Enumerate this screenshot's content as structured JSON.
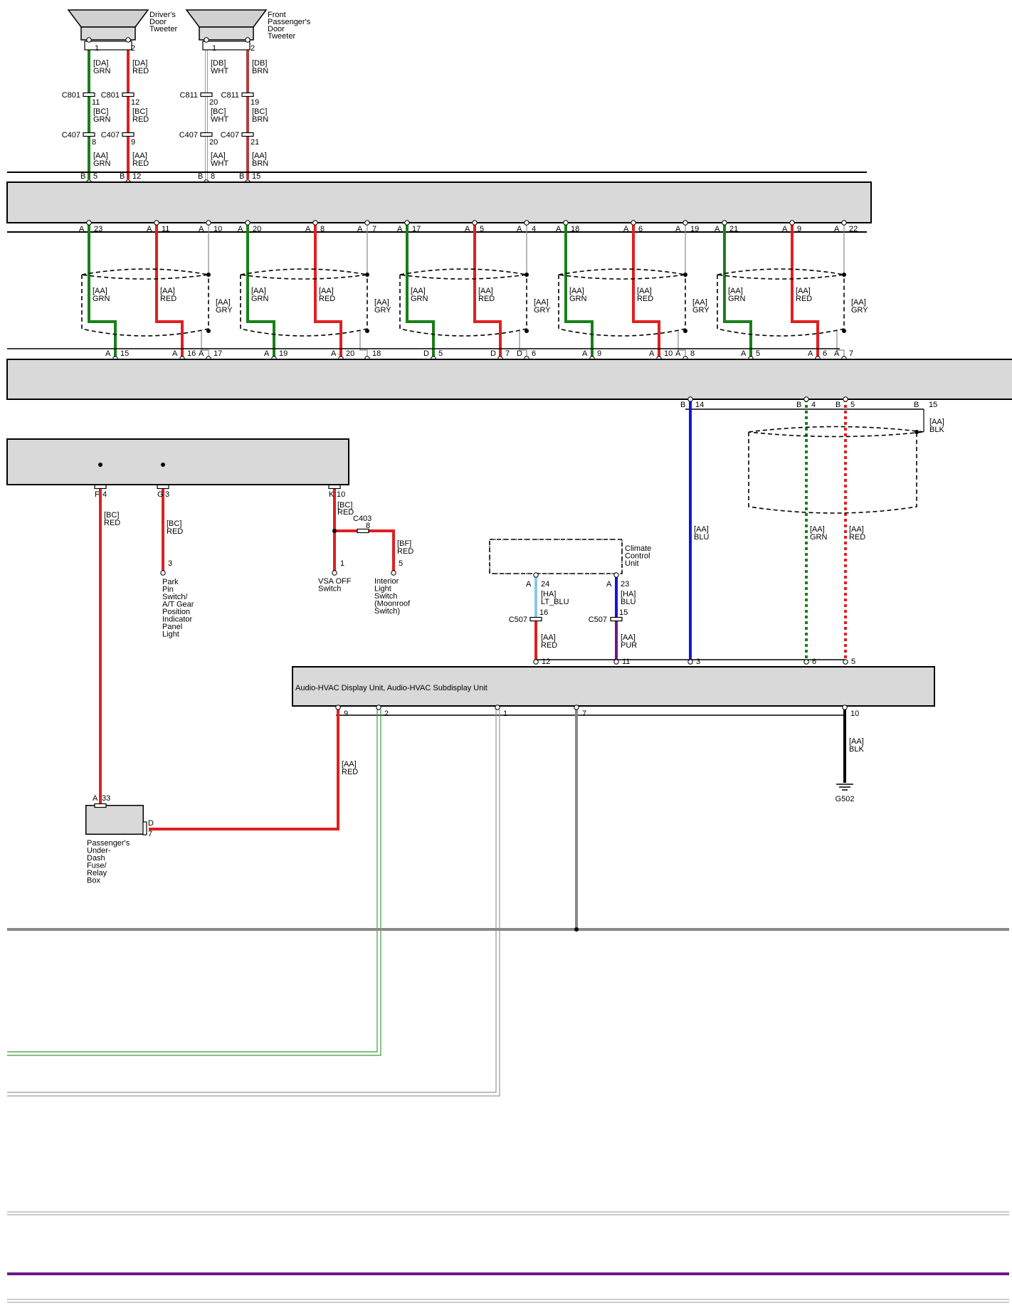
{
  "colors": {
    "GRN": "#1a7f1a",
    "RED": "#e02020",
    "BLU": "#1414d8",
    "LT_BLU": "#88c8e8",
    "PUR": "#6a1a8a",
    "BRN": "#b04040",
    "BLK": "#000000",
    "GRY": "#888888",
    "WHT": "#bbbbbb"
  },
  "tweeters": [
    {
      "name": "Driver's\nDoor\nTweeter",
      "pins": [
        "1",
        "2"
      ]
    },
    {
      "name": "Front\nPassenger's\nDoor\nTweeter",
      "pins": [
        "1",
        "2"
      ]
    }
  ],
  "tweeter_wires": {
    "da": [
      {
        "code": "[DA]",
        "color": "GRN"
      },
      {
        "code": "[DA]",
        "color": "RED"
      },
      {
        "code": "[DB]",
        "color": "WHT"
      },
      {
        "code": "[DB]",
        "color": "BRN"
      }
    ],
    "c801": [
      {
        "conn": "C801",
        "pin": "11"
      },
      {
        "conn": "C801",
        "pin": "12"
      },
      {
        "conn": "C811",
        "pin": "20"
      },
      {
        "conn": "C811",
        "pin": "19"
      }
    ],
    "bc": [
      {
        "code": "[BC]",
        "color": "GRN"
      },
      {
        "code": "[BC]",
        "color": "RED"
      },
      {
        "code": "[BC]",
        "color": "WHT"
      },
      {
        "code": "[BC]",
        "color": "BRN"
      }
    ],
    "c407": [
      {
        "conn": "C407",
        "pin": "8"
      },
      {
        "conn": "C407",
        "pin": "9"
      },
      {
        "conn": "C407",
        "pin": "20"
      },
      {
        "conn": "C407",
        "pin": "21"
      }
    ],
    "aa": [
      {
        "code": "[AA]",
        "color": "GRN"
      },
      {
        "code": "[AA]",
        "color": "RED"
      },
      {
        "code": "[AA]",
        "color": "WHT"
      },
      {
        "code": "[AA]",
        "color": "BRN"
      }
    ],
    "bottom_pins": [
      {
        "side": "B",
        "pin": "5"
      },
      {
        "side": "B",
        "pin": "12"
      },
      {
        "side": "B",
        "pin": "8"
      },
      {
        "side": "B",
        "pin": "15"
      }
    ]
  },
  "speaker_groups": [
    {
      "top": [
        [
          "A",
          "23"
        ],
        [
          "A",
          "11"
        ],
        [
          "A",
          "10"
        ]
      ],
      "bottom": [
        [
          "A",
          "15"
        ],
        [
          "A",
          "16"
        ],
        [
          "A",
          "17"
        ]
      ],
      "labels": [
        "[AA]\nGRN",
        "[AA]\nRED",
        "[AA]\nGRY"
      ]
    },
    {
      "top": [
        [
          "A",
          "20"
        ],
        [
          "A",
          "8"
        ],
        [
          "A",
          "7"
        ]
      ],
      "bottom": [
        [
          "A",
          "19"
        ],
        [
          "A",
          "20"
        ],
        [
          "",
          "18"
        ]
      ],
      "labels": [
        "[AA]\nGRN",
        "[AA]\nRED",
        "[AA]\nGRY"
      ]
    },
    {
      "top": [
        [
          "A",
          "17"
        ],
        [
          "A",
          "5"
        ],
        [
          "A",
          "4"
        ]
      ],
      "bottom": [
        [
          "D",
          "5"
        ],
        [
          "D",
          "7"
        ],
        [
          "D",
          "6"
        ]
      ],
      "labels": [
        "[AA]\nGRN",
        "[AA]\nRED",
        "[AA]\nGRY"
      ]
    },
    {
      "top": [
        [
          "A",
          "18"
        ],
        [
          "A",
          "6"
        ],
        [
          "A",
          "19"
        ]
      ],
      "bottom": [
        [
          "A",
          "9"
        ],
        [
          "A",
          "10"
        ],
        [
          "A",
          "8"
        ]
      ],
      "labels": [
        "[AA]\nGRN",
        "[AA]\nRED",
        "[AA]\nGRY"
      ]
    },
    {
      "top": [
        [
          "A",
          "21"
        ],
        [
          "A",
          "9"
        ],
        [
          "A",
          "22"
        ]
      ],
      "bottom": [
        [
          "A",
          "5"
        ],
        [
          "A",
          "6"
        ],
        [
          "A",
          "7"
        ]
      ],
      "labels": [
        "[AA]\nGRN",
        "[AA]\nRED",
        "[AA]\nGRY"
      ]
    }
  ],
  "right_connectors": [
    {
      "side": "B",
      "pin": "14"
    },
    {
      "side": "B",
      "pin": "4"
    },
    {
      "side": "B",
      "pin": "5"
    },
    {
      "side": "B",
      "pin": "15"
    }
  ],
  "right_wires": {
    "shield_label": "[AA]\nBLK",
    "blu": "[AA]\nBLU",
    "grn": "[AA]\nGRN",
    "red": "[AA]\nRED"
  },
  "left_unit": {
    "conns": [
      {
        "side": "F",
        "pin": "4"
      },
      {
        "side": "G",
        "pin": "3"
      },
      {
        "side": "K",
        "pin": "10"
      }
    ],
    "wire1": "[BC]\nRED",
    "wire2": "[BC]\nRED",
    "wire3": "[BC]\nRED",
    "c403": {
      "conn": "C403",
      "pin": "8"
    },
    "bf": "[BF]\nRED",
    "pin_park": "3",
    "pin_vsa": "1",
    "pin_interior": "5",
    "park": "Park\nPin\nSwitch/\nA/T Gear\nPosition\nIndicator\nPanel\nLight",
    "vsa": "VSA OFF\nSwitch",
    "interior": "Interior\nLight\nSwitch\n(Moonroof\nSwitch)"
  },
  "climate": {
    "name": "Climate\nControl\nUnit",
    "pin24": {
      "side": "A",
      "pin": "24"
    },
    "pin23": {
      "side": "A",
      "pin": "23"
    },
    "w24": "[HA]\nLT_BLU",
    "w23": "[HA]\nBLU",
    "c507a": {
      "conn": "C507",
      "pin": "16"
    },
    "c507b": {
      "conn": "C507",
      "pin": "15"
    },
    "w12": "[AA]\nRED",
    "w11": "[AA]\nPUR"
  },
  "hvac_unit": {
    "title": "Audio-HVAC Display Unit, Audio-HVAC Subdisplay Unit",
    "top_pins": [
      "12",
      "11",
      "3",
      "6",
      "5"
    ],
    "bottom_pins": [
      "9",
      "2",
      "1",
      "7",
      "10"
    ],
    "blk_label": "[AA]\nBLK",
    "ground": "G502",
    "red_label": "[AA]\nRED"
  },
  "fuse_box": {
    "name": "Passenger's\nUnder-\nDash\nFuse/\nRelay\nBox",
    "a33": {
      "side": "A",
      "pin": "33"
    },
    "d7": {
      "side": "D",
      "pin": "7"
    }
  }
}
